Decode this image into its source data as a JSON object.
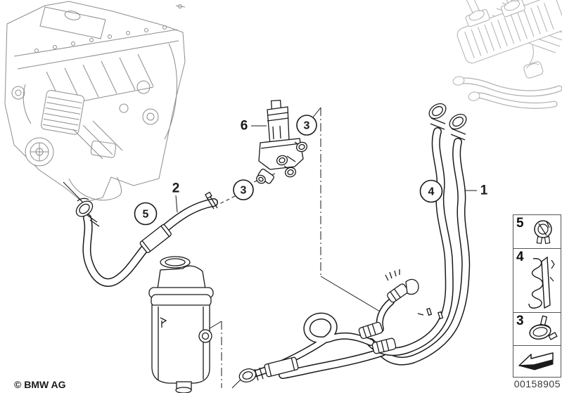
{
  "drawing": {
    "callouts": {
      "hose_pair": "1",
      "water_hose": "2",
      "clamp_upper": "3",
      "clamp_lower": "3",
      "clip": "4",
      "clamp_small": "5",
      "valve": "6"
    }
  },
  "legend": {
    "items": [
      {
        "label": "5",
        "icon": "hose-clip-icon"
      },
      {
        "label": "4",
        "icon": "line-clip-icon"
      },
      {
        "label": "3",
        "icon": "spring-band-clamp-icon"
      },
      {
        "label": "",
        "icon": "direction-arrow-icon"
      }
    ]
  },
  "footer": {
    "copyright": "© BMW AG",
    "part_number": "00158905"
  },
  "colors": {
    "line": "#1a1a1a",
    "faded_engine": "#8d8d8d",
    "faded_parts": "#b0b0b0",
    "background": "#ffffff"
  }
}
